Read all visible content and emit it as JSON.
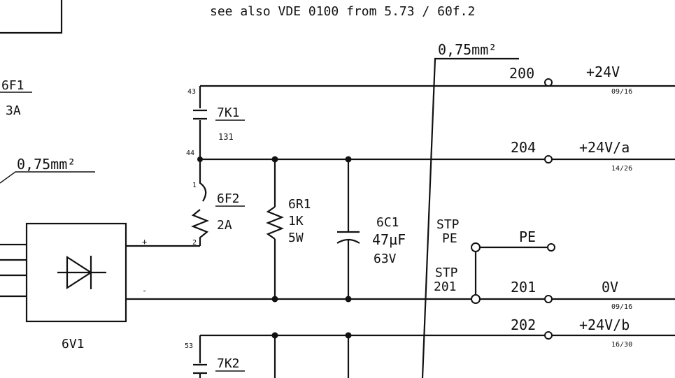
{
  "note": "see also VDE 0100 from 5.73 / 60f.2",
  "wire_sizes": {
    "top": "0,75mm²",
    "left": "0,75mm²"
  },
  "components": {
    "fuse_6f1": {
      "name": "6F1",
      "rating": "3A"
    },
    "contact_7k1": {
      "name": "7K1",
      "ref": "131"
    },
    "contact_7k2": {
      "name": "7K2"
    },
    "fuse_6f2": {
      "name": "6F2",
      "rating": "2A"
    },
    "resistor_6r1": {
      "name": "6R1",
      "value": "1K",
      "power": "5W"
    },
    "capacitor_6c1": {
      "name": "6C1",
      "value": "47µF",
      "voltage": "63V"
    },
    "rectifier_6v1": {
      "name": "6V1"
    }
  },
  "pins": {
    "p43": "43",
    "p44": "44",
    "p1": "1",
    "p2": "2",
    "p53": "53",
    "plus": "+",
    "minus": "-"
  },
  "stp": {
    "pe": {
      "line1": "STP",
      "line2": "PE"
    },
    "w201": {
      "line1": "STP",
      "line2": "201"
    }
  },
  "terminals": [
    {
      "number": "200",
      "signal": "+24V",
      "ref": "09/16"
    },
    {
      "number": "204",
      "signal": "+24V/a",
      "ref": "14/26"
    },
    {
      "number": "201",
      "signal": "0V",
      "ref": "09/16"
    },
    {
      "number": "202",
      "signal": "+24V/b",
      "ref": "16/30"
    }
  ],
  "pe_terminal": "PE"
}
